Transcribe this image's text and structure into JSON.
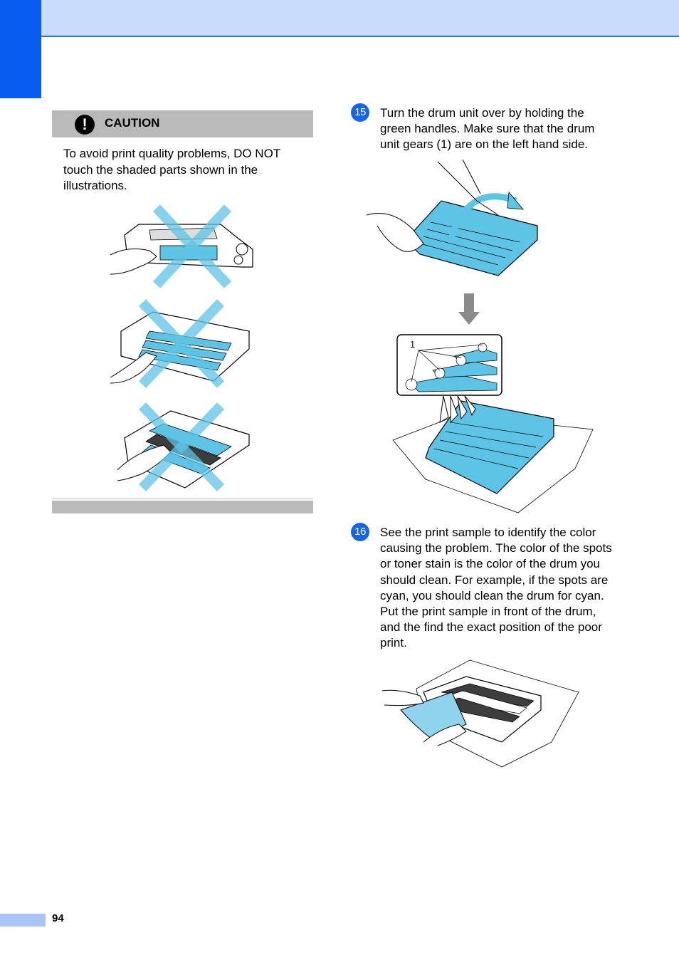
{
  "caution": {
    "icon": "exclamation-icon",
    "icon_glyph": "!",
    "title": "CAUTION",
    "text": "To avoid print quality problems, DO NOT touch the shaded parts shown in the illustrations."
  },
  "steps": [
    {
      "number": "15",
      "text": "Turn the drum unit over by holding the green handles. Make sure that the drum unit gears (1) are on the left hand side."
    },
    {
      "number": "16",
      "text": "See the print sample to identify the color causing the problem. The color of the spots or toner stain is the color of the drum you should clean. For example, if the spots are cyan, you should clean the drum for cyan. Put the print sample in front of the drum, and the find the exact position of the poor print."
    }
  ],
  "figure_callout": "1",
  "page_number": "94",
  "colors": {
    "accent": "#0a5cf0",
    "header": "#c9dcfb",
    "caution_bar": "#b9b9b9",
    "drum_cyan": "#5ec4e6"
  }
}
